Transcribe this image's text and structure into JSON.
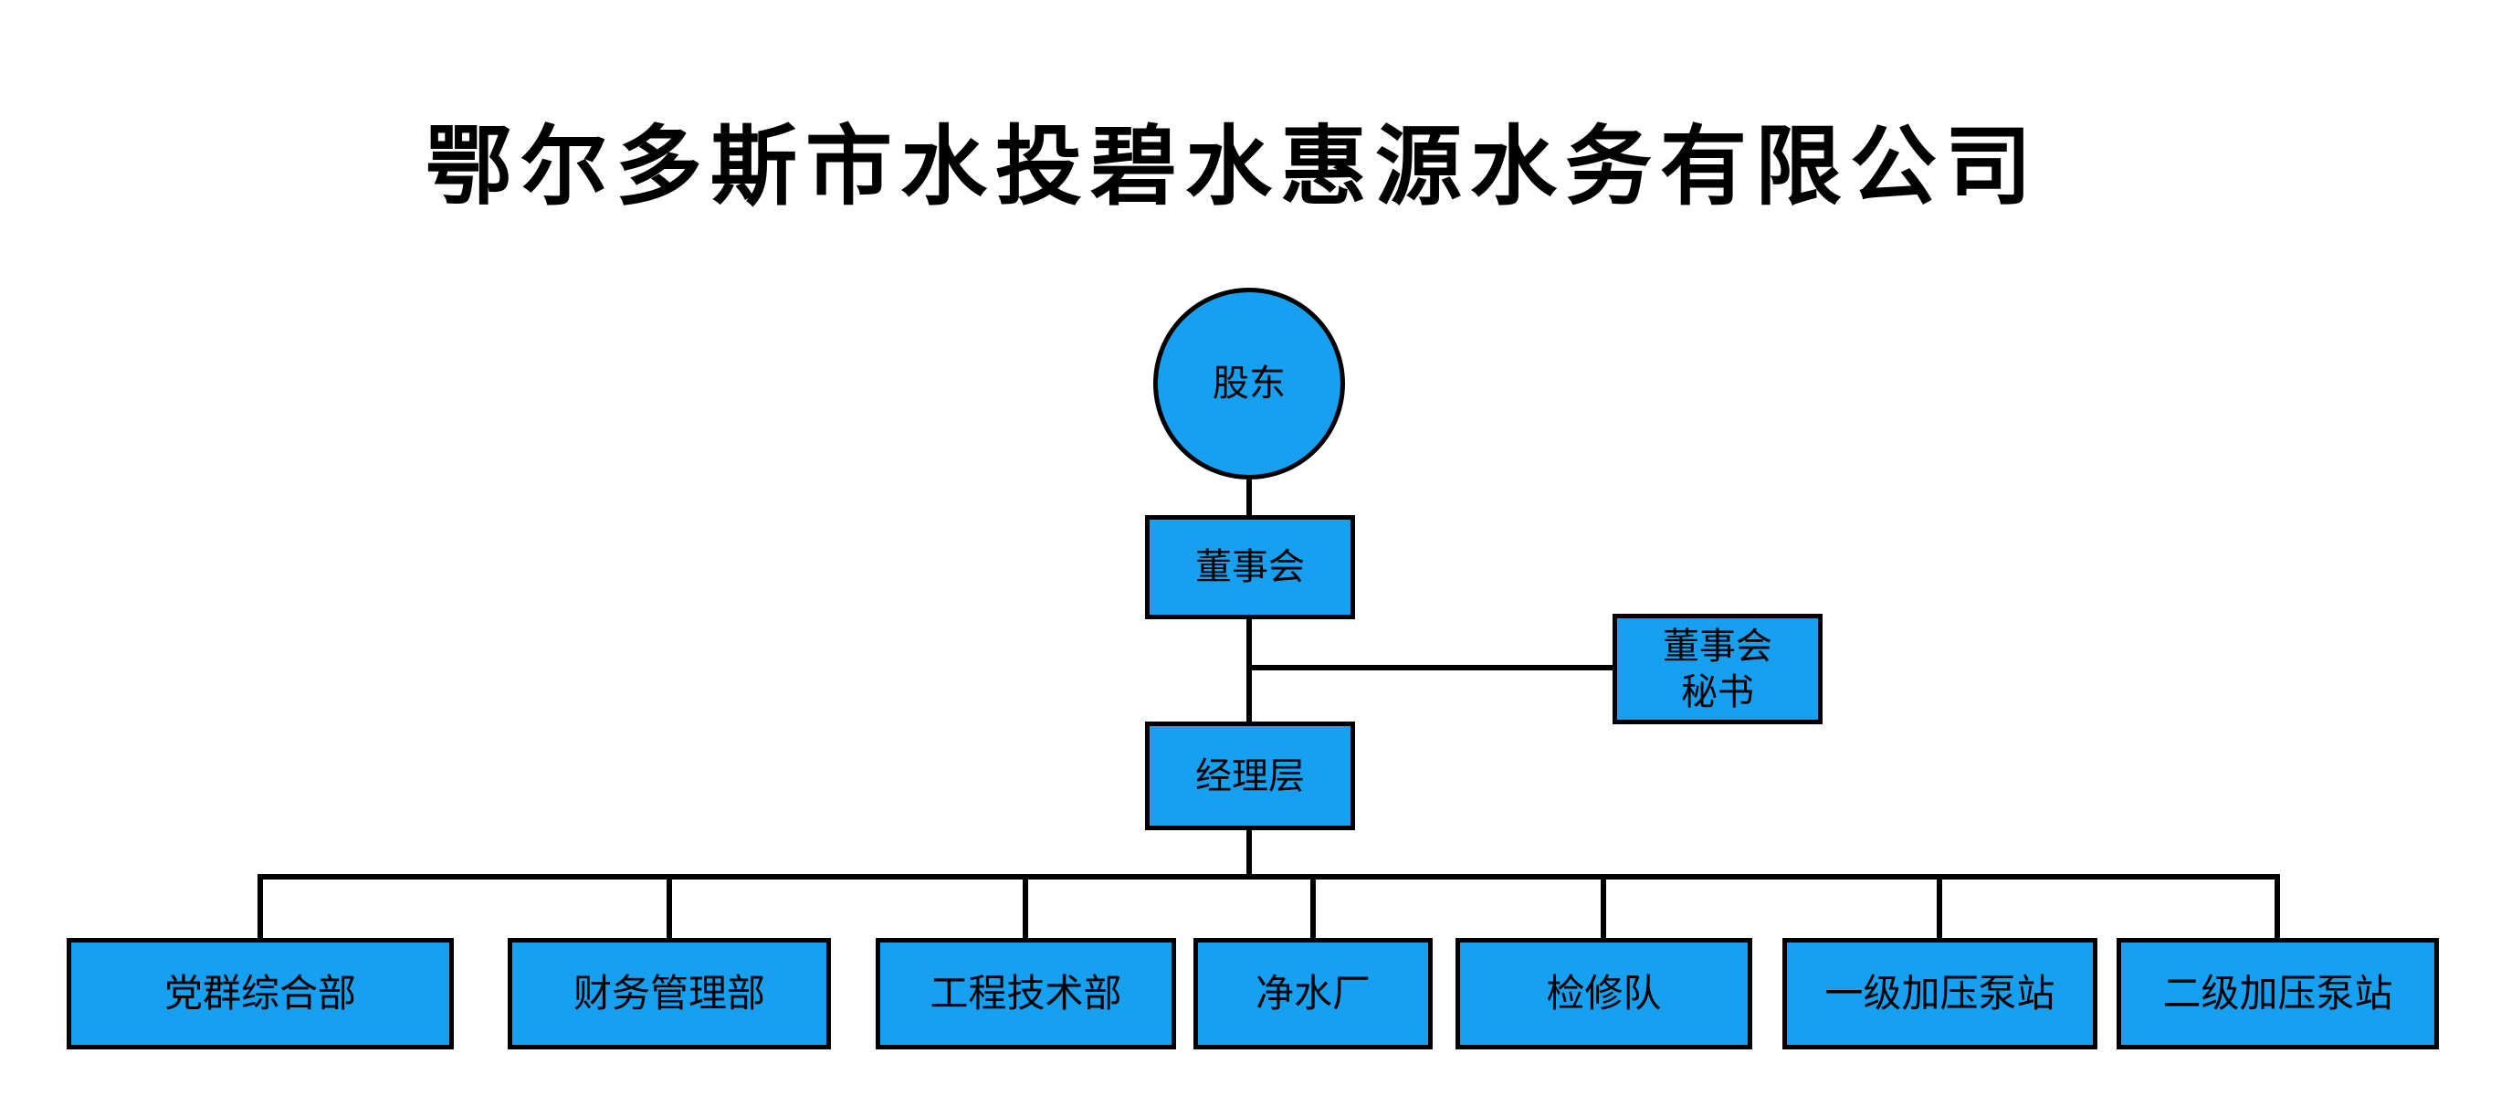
{
  "title": {
    "text": "鄂尔多斯市水投碧水惠源水务有限公司"
  },
  "colors": {
    "node_fill": "#18A0F0",
    "node_border": "#000000",
    "connector_line": "#000000",
    "title_text": "#000000",
    "background": "#FFFFFF"
  },
  "org": {
    "shareholder": {
      "label": "股东",
      "shape": "circle"
    },
    "board": {
      "label": "董事会",
      "shape": "rect"
    },
    "board_secretary": {
      "label": "董事会\n秘书",
      "shape": "rect"
    },
    "management": {
      "label": "经理层",
      "shape": "rect"
    },
    "departments": [
      {
        "label": "党群综合部"
      },
      {
        "label": "财务管理部"
      },
      {
        "label": "工程技术部"
      },
      {
        "label": "净水厂"
      },
      {
        "label": "检修队"
      },
      {
        "label": "一级加压泵站"
      },
      {
        "label": "二级加压泵站"
      }
    ]
  }
}
